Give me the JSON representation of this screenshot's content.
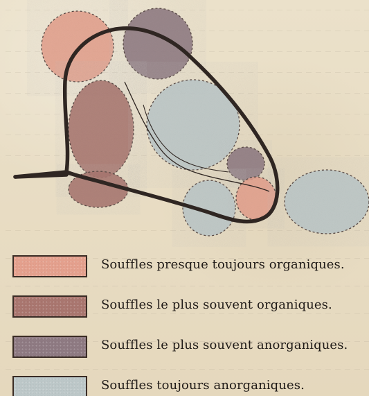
{
  "legend": {
    "items": [
      {
        "label": "Souffles presque toujours organiques.",
        "color": "#e4a08d"
      },
      {
        "label": "Souffles le plus souvent organiques.",
        "color": "#a9766f"
      },
      {
        "label": "Souffles le plus souvent anorganiques.",
        "color": "#8e7a82"
      },
      {
        "label": "Souffles toujours anorganiques.",
        "color": "#bcc7c8"
      }
    ]
  },
  "diagram": {
    "outline_color": "#2f2622",
    "dash_color": "#5a4a45",
    "patches": [
      {
        "name": "upper-left-organic-zone",
        "color": "#e4a08d"
      },
      {
        "name": "upper-middle-anorganic-zone",
        "color": "#8e7a82"
      },
      {
        "name": "left-organic-zone",
        "color": "#a9766f"
      },
      {
        "name": "central-anorganic-zone",
        "color": "#bcc7c8"
      },
      {
        "name": "lower-left-organic-zone",
        "color": "#a9766f"
      },
      {
        "name": "small-right-mixed-zone",
        "color": "#8e7a82"
      },
      {
        "name": "lower-middle-anorganic-zone",
        "color": "#bcc7c8"
      },
      {
        "name": "lower-right-organic-zone",
        "color": "#e4a08d"
      },
      {
        "name": "far-right-anorganic-zone",
        "color": "#bcc7c8"
      }
    ]
  }
}
